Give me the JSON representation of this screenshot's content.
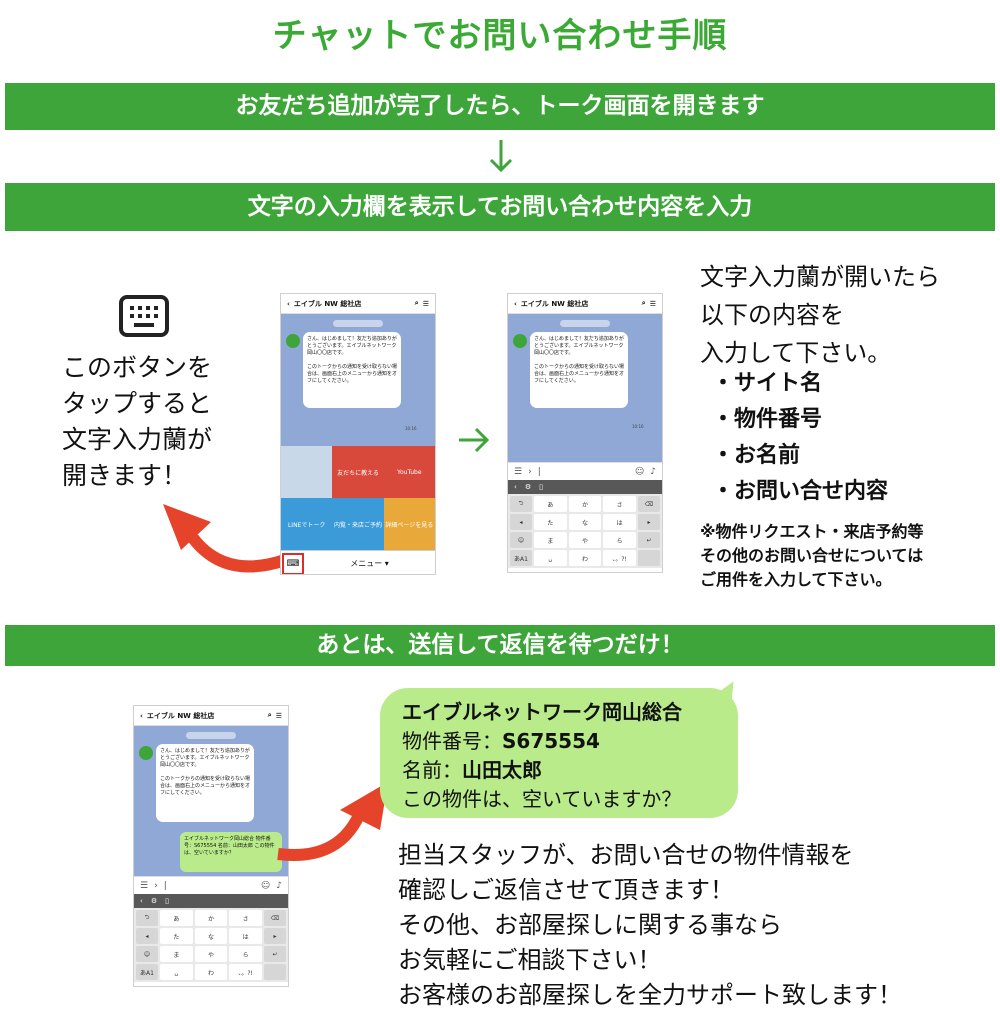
{
  "title": "チャットでお問い合わせ手順",
  "steps": {
    "step1": "お友だち追加が完了したら、トーク画面を開きます",
    "step2": "文字の入力欄を表示してお問い合わせ内容を入力",
    "step3": "あとは、送信して返信を待つだけ！"
  },
  "keyboard_hint": [
    "このボタンを",
    "タップすると",
    "文字入力蘭が",
    "開きます！"
  ],
  "input_info": {
    "lines": [
      "文字入力蘭が開いたら",
      "以下の内容を",
      "入力して下さい。"
    ],
    "bullets": [
      "・サイト名",
      "・物件番号",
      "・お名前",
      "・お問い合せ内容"
    ],
    "note": [
      "※物件リクエスト・来店予約等",
      "その他のお問い合せについては",
      "ご用件を入力して下さい。"
    ]
  },
  "sample_message": {
    "site": "エイブルネットワーク岡山総合",
    "property_label": "物件番号：",
    "property_value": "S675554",
    "name_label": "名前：",
    "name_value": "山田太郎",
    "question": "この物件は、空いていますか？"
  },
  "reply_info": [
    "担当スタッフが、お問い合せの物件情報を",
    "確認しご返信させて頂きます！",
    "その他、お部屋探しに関する事なら",
    "お気軽にご相談下さい！",
    "お客様のお部屋探しを全力サポート致します！"
  ],
  "phone": {
    "header": "エイブル NW 総社店",
    "greeting": "さん、はじめまして！友だち追加ありがとうございます。エイブルネットワーク岡山〇〇店です。",
    "notice": "このトークからの通知を受け取らない場合は、画面右上のメニューから通知をオフにしてください。",
    "time": "10:16",
    "menu_label": "メニュー ▾",
    "menu_cells": [
      "",
      "友だちに教える",
      "YouTube",
      "LINEでトーク",
      "内覧・来店ご予約",
      "詳細ページを見る"
    ],
    "youtube_label": "YouTube",
    "sent_message": "エイブルネットワーク岡山総合 物件番号：S675554 名前：山田太郎 この物件は、空いていますか？",
    "keys": [
      "⮌",
      "あ",
      "か",
      "さ",
      "⌫",
      "◂",
      "た",
      "な",
      "は",
      "▸",
      "☺",
      "ま",
      "や",
      "ら",
      "↵",
      "あA1",
      "␣",
      "わ",
      "、。?!",
      ""
    ]
  },
  "colors": {
    "green": "#3ea53a",
    "title_green": "#3aaa35",
    "bubble": "#b9eb8a",
    "arrow_red": "#e5432a"
  }
}
